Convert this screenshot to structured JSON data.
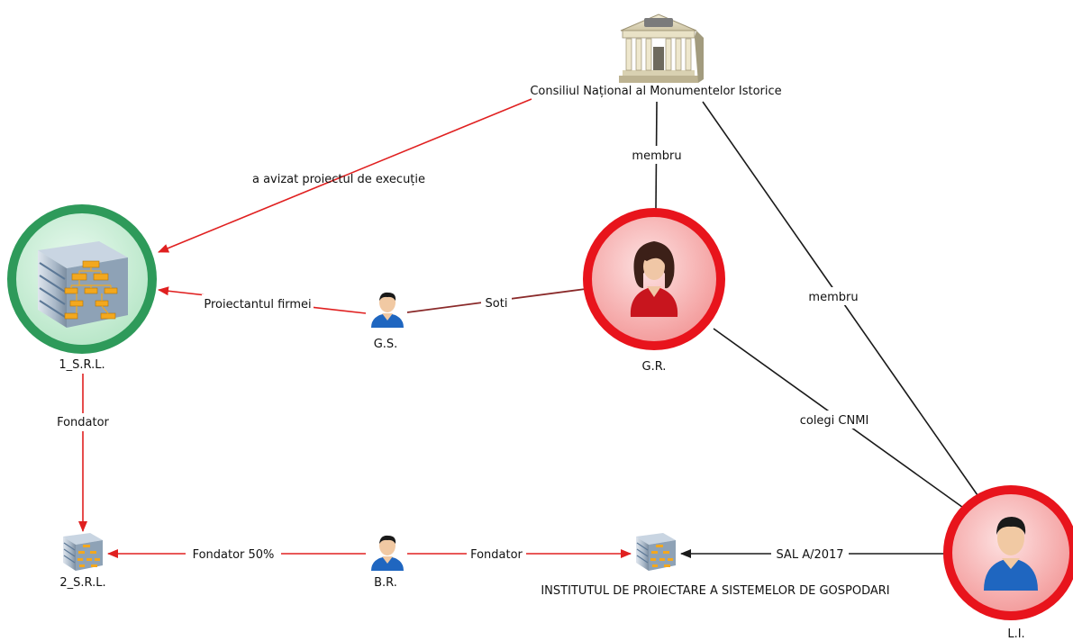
{
  "nodes": {
    "cnmi": {
      "label": "Consiliul Național al Monumentelor Istorice"
    },
    "firm1": {
      "label": "1_S.R.L."
    },
    "firm2": {
      "label": "2_S.R.L."
    },
    "institute": {
      "label": "INSTITUTUL DE PROIECTARE A SISTEMELOR DE GOSPODARI"
    },
    "gs": {
      "label": "G.S."
    },
    "gr": {
      "label": "G.R."
    },
    "br": {
      "label": "B.R."
    },
    "li": {
      "label": "L.I."
    }
  },
  "edges": {
    "avizat": {
      "label": "a avizat proiectul de execuție"
    },
    "membru_gr": {
      "label": "membru"
    },
    "membru_li": {
      "label": "membru"
    },
    "proiectant": {
      "label": "Proiectantul firmei"
    },
    "soti": {
      "label": "Soti"
    },
    "colegi": {
      "label": "colegi CNMI"
    },
    "fondator_1_2": {
      "label": "Fondator"
    },
    "fondator50": {
      "label": "Fondator 50%"
    },
    "fondator_br": {
      "label": "Fondator"
    },
    "sal": {
      "label": "SAL A/2017"
    }
  },
  "colors": {
    "red_line": "#e02020",
    "black_line": "#1a1a1a",
    "dark_red_line": "#8a2a2a",
    "green_ring": "#2e9a5a",
    "red_ring": "#e8141c",
    "ring_fill_red": "#f8b4b4",
    "ring_fill_green": "#cdeed8"
  }
}
